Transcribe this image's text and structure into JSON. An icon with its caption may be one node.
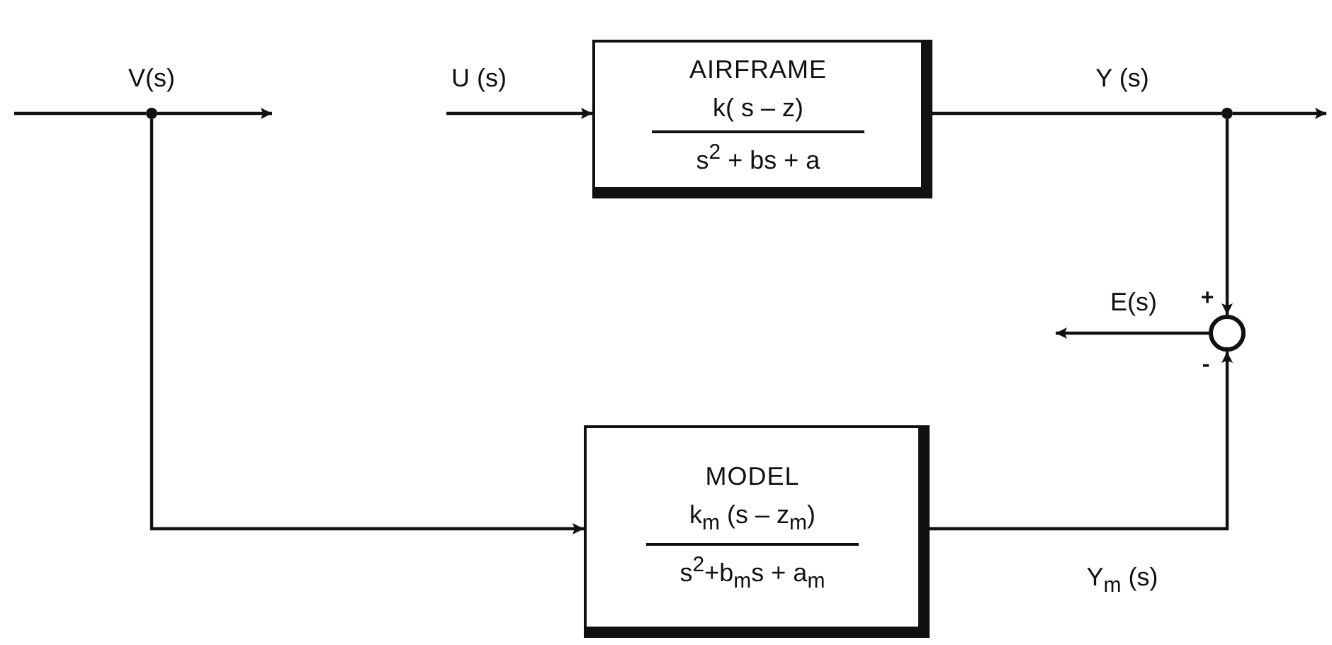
{
  "diagram": {
    "nodes": [
      {
        "text": [
          "AIRFRAME",
          "k( s – z)",
          "s$^{2}$ + bs + a"
        ]
      },
      {
        "text": [
          "MODEL",
          "k$_{m}$ (s – z$_{m}$)",
          "s$^{2}$+b$_{m}$s + a$_{m}$"
        ]
      },
      {
        "text": [],
        "shape": "circle"
      },
      {
        "text": [],
        "shape": "dot"
      },
      {
        "text": [],
        "shape": "dot"
      }
    ],
    "edges": [
      {
        "from": null,
        "to": 3,
        "arrow": "none",
        "label": "V(s)"
      },
      {
        "from": 3,
        "to": null,
        "arrow": "to"
      },
      {
        "from": 3,
        "to": 1,
        "arrow": "to"
      },
      {
        "from": null,
        "to": 0,
        "arrow": "to",
        "label": "U (s)"
      },
      {
        "from": 0,
        "to": 4,
        "arrow": "none",
        "label": "Y (s)"
      },
      {
        "from": 4,
        "to": null,
        "arrow": "to"
      },
      {
        "from": 4,
        "to": 2,
        "arrow": "to"
      },
      {
        "from": 1,
        "to": 2,
        "arrow": "to",
        "label": "Y$_{m}$ (s)"
      },
      {
        "from": 2,
        "to": null,
        "arrow": "to",
        "label": "E(s)"
      }
    ],
    "labels": [
      "+",
      "-"
    ]
  }
}
